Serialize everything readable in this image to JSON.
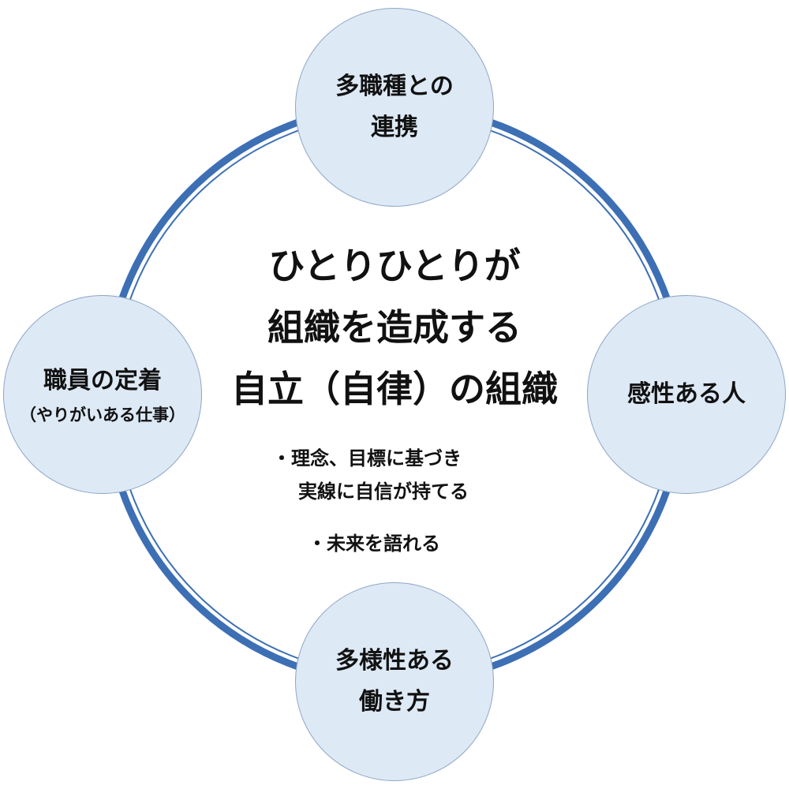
{
  "center": {
    "title_lines": [
      "ひとりひとりが",
      "組織を造成する",
      "自立（自律）の組織"
    ],
    "points": {
      "p1_line1": "・理念、目標に基づき",
      "p1_line2": "実線に自信が持てる",
      "p2": "・未来を語れる"
    }
  },
  "nodes": {
    "top": {
      "line1": "多職種との",
      "line2": "連携"
    },
    "right": {
      "line1": "感性ある人"
    },
    "bottom": {
      "line1": "多様性ある",
      "line2": "働き方"
    },
    "left": {
      "line1": "職員の定着",
      "sub": "（やりがいある仕事）"
    }
  },
  "colors": {
    "ring_outer": "#3d6fb4",
    "ring_inner": "#3d6fb4",
    "node_fill": "#dde9f5",
    "node_border": "#8ea7c4"
  }
}
